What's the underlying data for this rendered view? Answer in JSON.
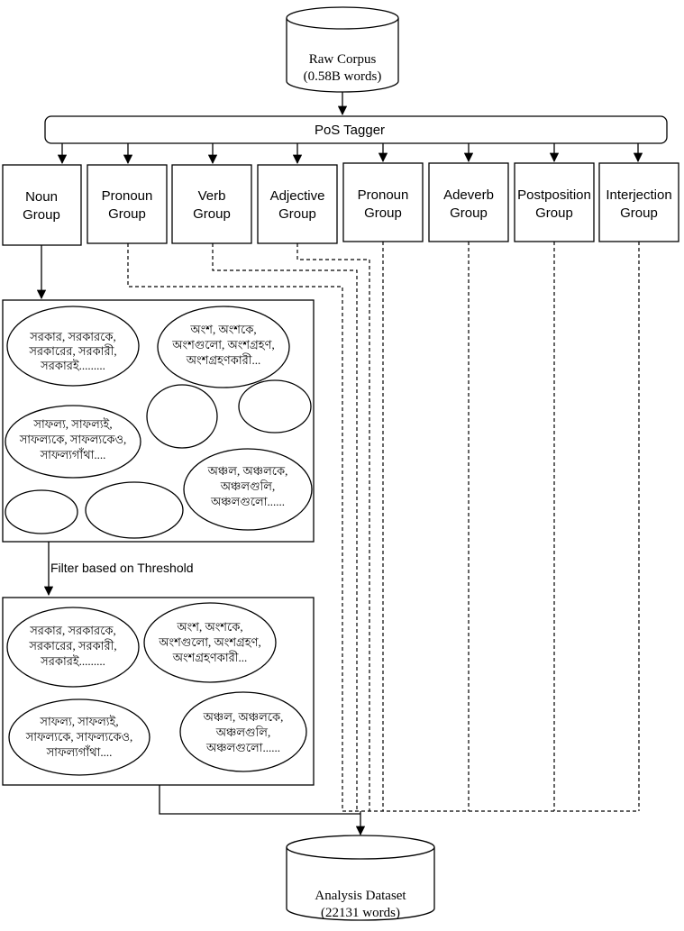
{
  "raw_corpus": {
    "line1": "Raw Corpus",
    "line2": "(0.58B words)"
  },
  "pos_tagger": {
    "label": "PoS Tagger"
  },
  "groups": [
    {
      "line1": "Noun",
      "line2": "Group"
    },
    {
      "line1": "Pronoun",
      "line2": "Group"
    },
    {
      "line1": "Verb",
      "line2": "Group"
    },
    {
      "line1": "Adjective",
      "line2": "Group"
    },
    {
      "line1": "Pronoun",
      "line2": "Group"
    },
    {
      "line1": "Adeverb",
      "line2": "Group"
    },
    {
      "line1": "Postposition",
      "line2": "Group"
    },
    {
      "line1": "Interjection",
      "line2": "Group"
    }
  ],
  "clusters_before": {
    "sarkar": [
      "সরকার, সরকারকে,",
      "সরকারের, সরকারী,",
      "সরকারই........."
    ],
    "ansh": [
      "অংশ, অংশকে,",
      "অংশগুলো, অংশগ্রহণ,",
      "অংশগ্রহণকারী..."
    ],
    "saphalya": [
      "সাফল্য, সাফল্যই,",
      "সাফল্যকে, সাফল্যকেও,",
      "সাফল্যগাঁথা...."
    ],
    "anchal": [
      "অঞ্চল, অঞ্চলকে,",
      "অঞ্চলগুলি,",
      "অঞ্চলগুলো......"
    ]
  },
  "filter_label": "Filter based on Threshold",
  "clusters_after": {
    "sarkar": [
      "সরকার, সরকারকে,",
      "সরকারের, সরকারী,",
      "সরকারই........."
    ],
    "ansh": [
      "অংশ, অংশকে,",
      "অংশগুলো, অংশগ্রহণ,",
      "অংশগ্রহণকারী..."
    ],
    "saphalya": [
      "সাফল্য, সাফল্যই,",
      "সাফল্যকে, সাফল্যকেও,",
      "সাফল্যগাঁথা...."
    ],
    "anchal": [
      "অঞ্চল, অঞ্চলকে,",
      "অঞ্চলগুলি,",
      "অঞ্চলগুলো......"
    ]
  },
  "analysis_dataset": {
    "line1": "Analysis Dataset",
    "line2": "(22131 words)"
  }
}
